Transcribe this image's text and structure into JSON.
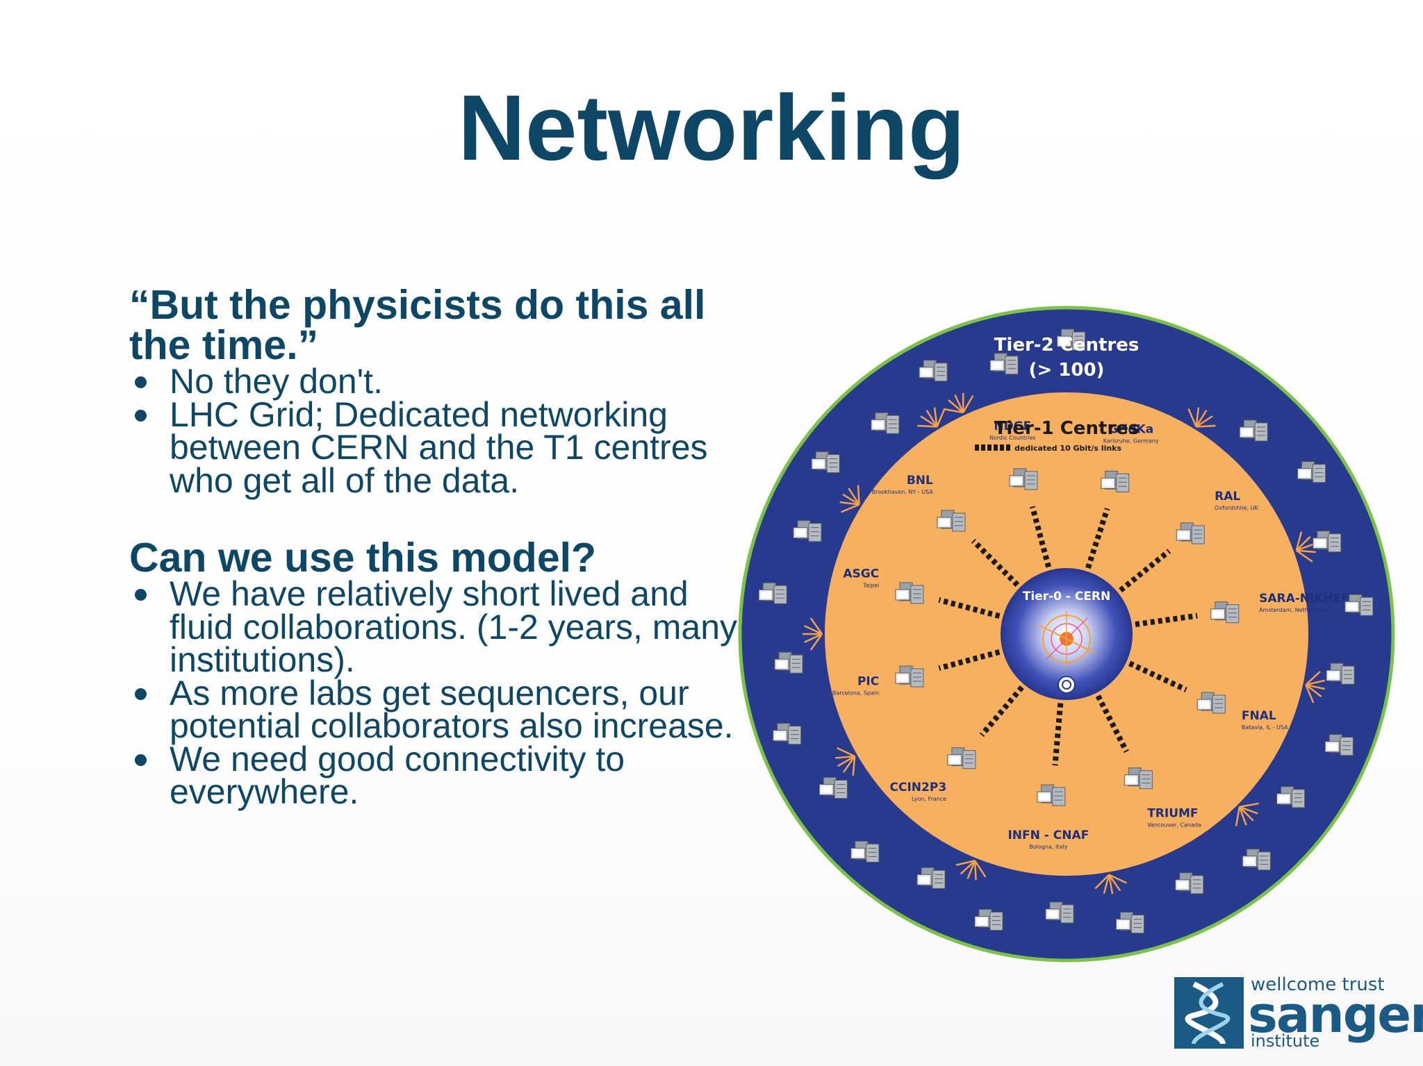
{
  "slide": {
    "title": "Networking"
  },
  "section1": {
    "heading": "“But the physicists do this all the time.”",
    "bullets": [
      "No they don't.",
      "LHC Grid; Dedicated networking between CERN and the T1 centres who get all of the data."
    ]
  },
  "section2": {
    "heading": "Can we use this model?",
    "bullets": [
      "We have relatively short lived and fluid collaborations. (1-2 years, many institutions).",
      "As more labs get sequencers, our potential collaborators also increase.",
      "We need good connectivity to everywhere."
    ]
  },
  "diagram": {
    "tier2_title": "Tier-2 Centres",
    "tier2_count": "(> 100)",
    "tier1_title": "Tier-1 Centres",
    "tier1_links": "dedicated 10 Gbit/s links",
    "tier0_title": "Tier-0 - CERN",
    "centres": [
      {
        "name": "NDGF",
        "location": "Nordic Countries",
        "angle": -105
      },
      {
        "name": "GridKa",
        "location": "Karlsruhe, Germany",
        "angle": -72
      },
      {
        "name": "RAL",
        "location": "Oxfordshire, UK",
        "angle": -39
      },
      {
        "name": "SARA-NIKHEF",
        "location": "Amsterdam, Netherlands",
        "angle": -8
      },
      {
        "name": "FNAL",
        "location": "Batavia, IL - USA",
        "angle": 25
      },
      {
        "name": "TRIUMF",
        "location": "Vancouver, Canada",
        "angle": 63
      },
      {
        "name": "INFN - CNAF",
        "location": "Bologna, Italy",
        "angle": 95
      },
      {
        "name": "CCIN2P3",
        "location": "Lyon, France",
        "angle": 130
      },
      {
        "name": "PIC",
        "location": "Barcelona, Spain",
        "angle": 165
      },
      {
        "name": "ASGC",
        "location": "Taipei",
        "angle": 195
      },
      {
        "name": "BNL",
        "location": "Brookhaven, NY - USA",
        "angle": 225
      }
    ],
    "colors": {
      "outer_ring": "#283a8e",
      "outer_edge": "#7cc24a",
      "inner_disc": "#f6b060",
      "core": "#2a3a9c",
      "label_dark": "#1e2f7a",
      "tier2_text": "#ffffff"
    }
  },
  "logo": {
    "line1": "wellcome trust",
    "line2": "sanger",
    "line3": "institute",
    "color": "#1a5a85"
  }
}
